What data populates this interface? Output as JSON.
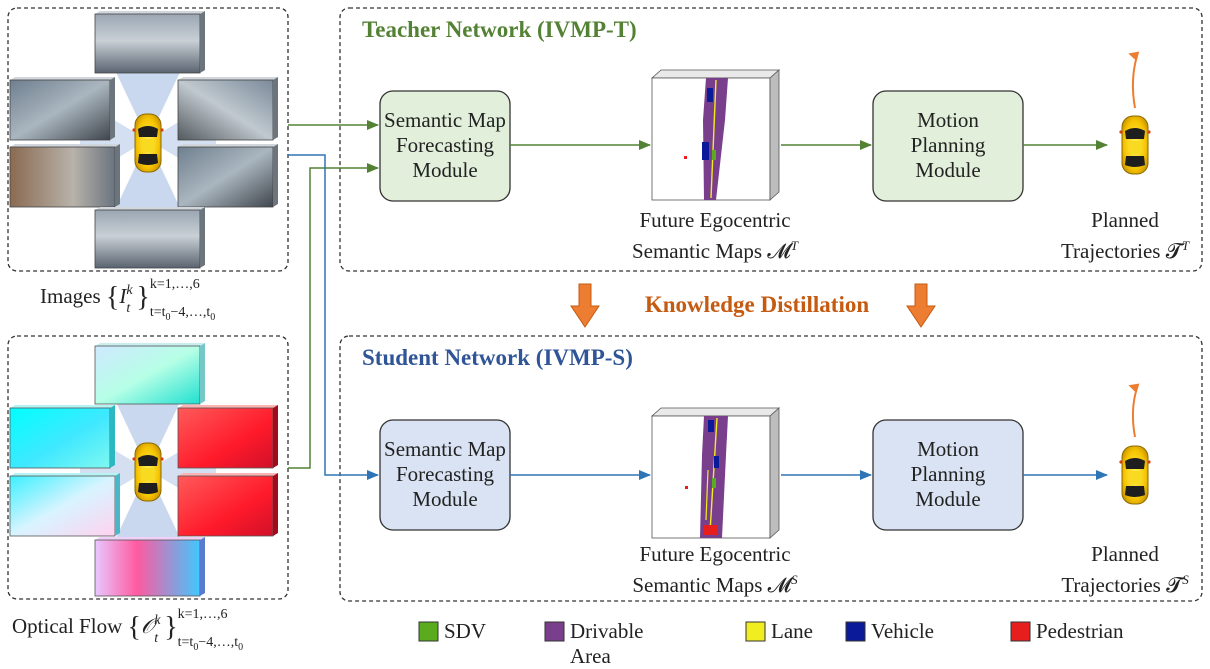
{
  "teacher": {
    "title": "Teacher Network (IVMP-T)",
    "title_color": "#548235",
    "module_fill": "#e2efda",
    "arrow_color": "#548235",
    "semantic_module": [
      "Semantic Map",
      "Forecasting",
      "Module"
    ],
    "planning_module": [
      "Motion",
      "Planning",
      "Module"
    ],
    "maps_label": [
      "Future Egocentric",
      "Semantic Maps 𝓜"
    ],
    "maps_sup": "T",
    "traj_label": [
      "Planned",
      "Trajectories 𝓣"
    ],
    "traj_sup": "T"
  },
  "student": {
    "title": "Student Network (IVMP-S)",
    "title_color": "#2f5597",
    "module_fill": "#dae3f3",
    "arrow_color": "#2e75b6",
    "semantic_module": [
      "Semantic Map",
      "Forecasting",
      "Module"
    ],
    "planning_module": [
      "Motion",
      "Planning",
      "Module"
    ],
    "maps_label": [
      "Future Egocentric",
      "Semantic Maps 𝓜"
    ],
    "maps_sup": "S",
    "traj_label": [
      "Planned",
      "Trajectories 𝓣"
    ],
    "traj_sup": "S"
  },
  "distillation": {
    "label": "Knowledge Distillation",
    "color": "#c55a11",
    "arrow_color": "#ed7d31"
  },
  "images_caption": {
    "main": "Images",
    "symbol": "I",
    "sub_t": "t",
    "sup_k": "k",
    "sup_range": "k=1,…,6",
    "sub_range": "t=t",
    "sub_rest": "−4,…,t",
    "sub_0": "0"
  },
  "flow_caption": {
    "main": "Optical Flow",
    "symbol": "𝒪",
    "sub_t": "t",
    "sup_k": "k",
    "sup_range": "k=1,…,6",
    "sub_range": "t=t",
    "sub_rest": "−4,…,t",
    "sub_0": "0"
  },
  "legend": [
    {
      "label": "SDV",
      "color": "#5aab1e"
    },
    {
      "label": "Drivable Area",
      "color": "#7a3f8c"
    },
    {
      "label": "Lane",
      "color": "#f0ee20"
    },
    {
      "label": "Vehicle",
      "color": "#0a1a99"
    },
    {
      "label": "Pedestrian",
      "color": "#e61e1e"
    }
  ]
}
